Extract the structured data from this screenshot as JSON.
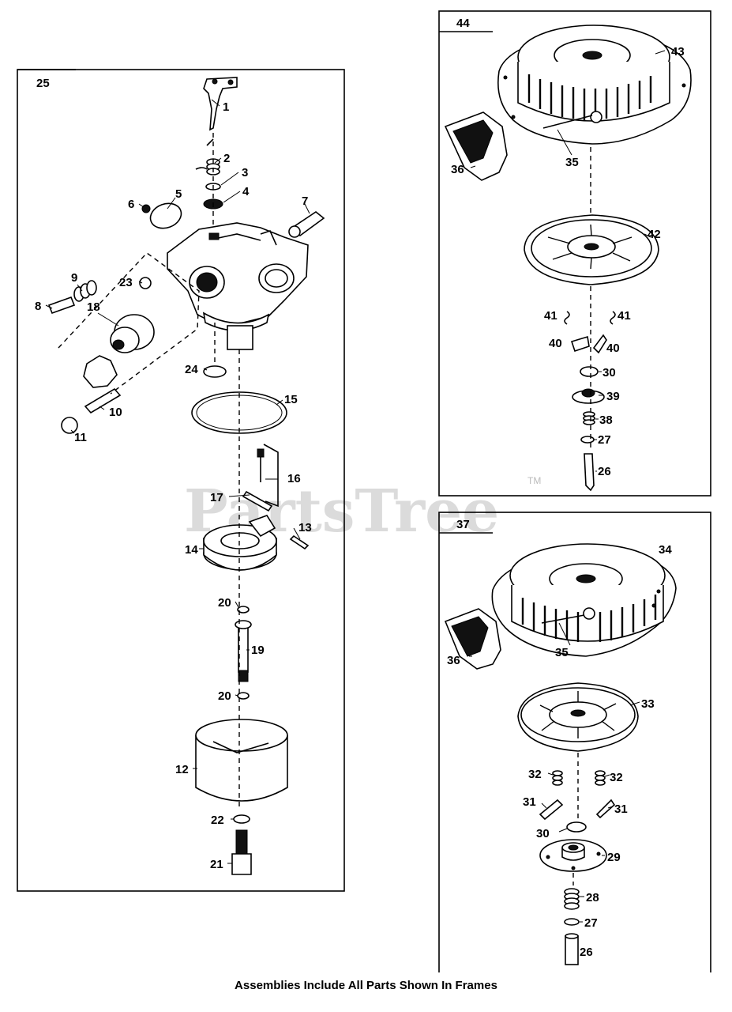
{
  "watermark": {
    "text": "PartsTree",
    "trademark": "TM"
  },
  "caption": "Assemblies Include All Parts Shown In Frames",
  "frames": [
    {
      "id": "25",
      "label": "25"
    },
    {
      "id": "44",
      "label": "44"
    },
    {
      "id": "37",
      "label": "37"
    }
  ],
  "callouts": {
    "c1": "1",
    "c2": "2",
    "c3": "3",
    "c4": "4",
    "c5": "5",
    "c6": "6",
    "c7": "7",
    "c8": "8",
    "c9": "9",
    "c10": "10",
    "c11": "11",
    "c12": "12",
    "c13": "13",
    "c14": "14",
    "c15": "15",
    "c16": "16",
    "c17": "17",
    "c18": "18",
    "c19": "19",
    "c20a": "20",
    "c20b": "20",
    "c21": "21",
    "c22": "22",
    "c23": "23",
    "c24": "24",
    "c43": "43",
    "c35a": "35",
    "c36a": "36",
    "c42": "42",
    "c41a": "41",
    "c41b": "41",
    "c40a": "40",
    "c40b": "40",
    "c30a": "30",
    "c39": "39",
    "c38": "38",
    "c27a": "27",
    "c26a": "26",
    "c34": "34",
    "c35b": "35",
    "c36b": "36",
    "c33": "33",
    "c32a": "32",
    "c32b": "32",
    "c31a": "31",
    "c31b": "31",
    "c30b": "30",
    "c29": "29",
    "c28": "28",
    "c27b": "27",
    "c26b": "26"
  }
}
